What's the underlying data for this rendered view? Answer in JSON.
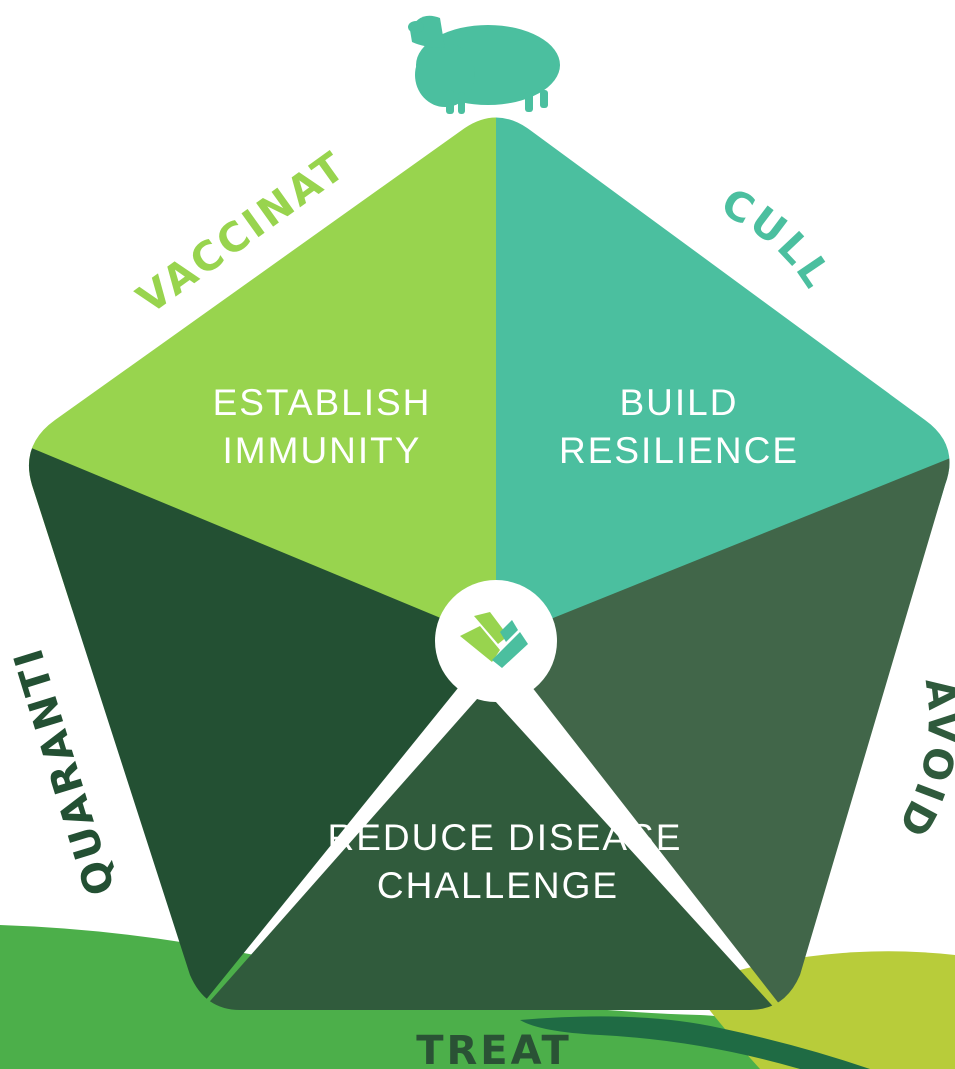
{
  "colors": {
    "vaccinate": "#98d44e",
    "cull": "#4bbf9f",
    "dark_left": "#235033",
    "dark_right": "#416649",
    "dark_bottom": "#305b3c",
    "treat_text": "#2a5235",
    "quarantine_text": "#235033",
    "avoid_text": "#2f5a3c",
    "hill_green": "#4caf4a",
    "hill_lime": "#b8cc3a",
    "river": "#1f6b44",
    "logo_light": "#98d44e",
    "logo_teal": "#4bbf9f"
  },
  "icons": {
    "top": "sheep-icon",
    "center": "leaf-logo-icon"
  },
  "segments": {
    "establish": {
      "line1": "ESTABLISH",
      "line2": "IMMUNITY"
    },
    "build": {
      "line1": "BUILD",
      "line2": "RESILIENCE"
    },
    "reduce": {
      "line1": "REDUCE DISEASE",
      "line2": "CHALLENGE"
    }
  },
  "labels": {
    "vaccinate": "VACCINATE",
    "cull": "CULL",
    "quarantine": "QUARANTINE",
    "avoid": "AVOID",
    "treat": "TREAT"
  }
}
